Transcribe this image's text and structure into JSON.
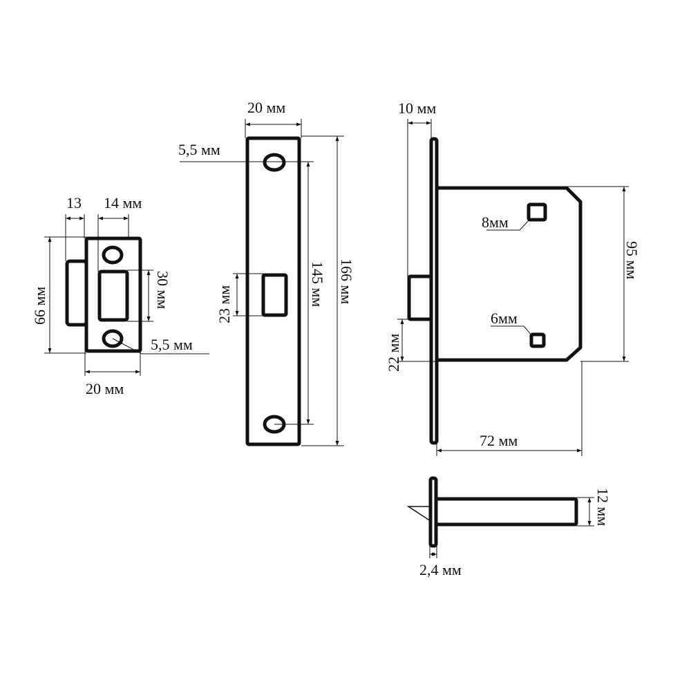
{
  "strike_plate": {
    "dim_width_top_small": "13",
    "dim_width_top": "14 мм",
    "dim_height_total": "66 мм",
    "dim_opening_height": "30 мм",
    "dim_hole": "5,5 мм",
    "dim_width_bottom": "20 мм"
  },
  "face_plate": {
    "dim_width": "20 мм",
    "dim_hole": "5,5 мм",
    "dim_hole_spacing": "145 мм",
    "dim_height": "166 мм",
    "dim_slot_height": "23 мм"
  },
  "lock_body": {
    "dim_latch_projection": "10 мм",
    "dim_square_large": "8мм",
    "dim_square_small": "6мм",
    "dim_body_height": "95 мм",
    "dim_latch_offset": "22 мм",
    "dim_body_depth": "72 мм"
  },
  "side_view": {
    "dim_thickness": "12 мм",
    "dim_plate_thickness": "2,4 мм"
  }
}
